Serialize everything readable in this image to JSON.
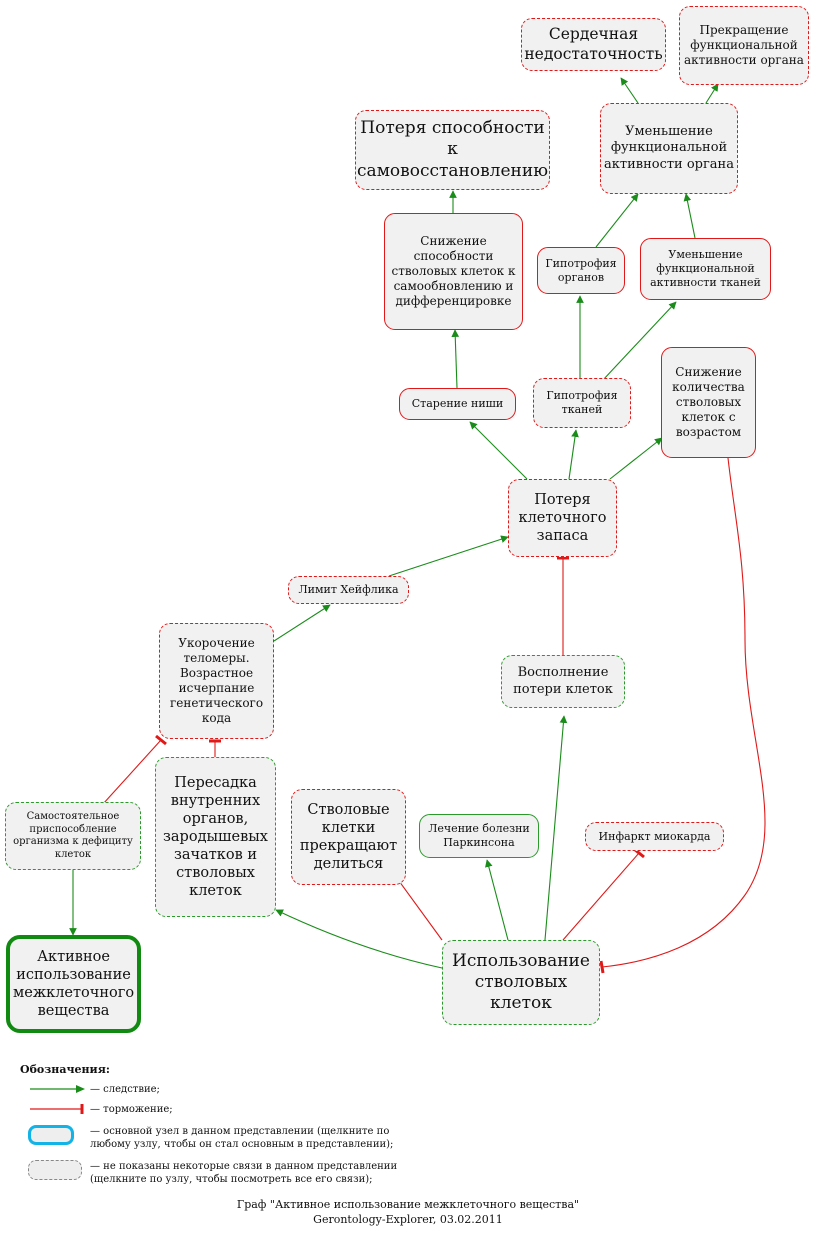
{
  "nodes": {
    "heart_failure": "Сердечная недостаточность",
    "cessation_of_organ_activity": "Прекращение функциональной активности органа",
    "reduced_organ_activity": "Уменьшение функциональной активности органа",
    "loss_of_self_renewal": "Потеря способности к самовосстановлению",
    "stem_cell_self_renewal_decline": "Снижение способности стволовых клеток к самообновлению и дифференцировке",
    "organ_hypotrophy": "Гипотрофия органов",
    "reduced_tissue_activity": "Уменьшение функциональной активности тканей",
    "niche_aging": "Старение ниши",
    "tissue_hypotrophy": "Гипотрофия тканей",
    "stem_cell_count_decline": "Снижение количества стволовых клеток с возрастом",
    "cell_reserve_loss": "Потеря клеточного запаса",
    "hayflick_limit": "Лимит Хейфлика",
    "telomere_shortening": "Укорочение теломеры. Возрастное исчерпание генетического кода",
    "cell_loss_replenishment": "Восполнение потери клеток",
    "self_adaptation": "Самостоятельное приспособление организма к дефициту клеток",
    "organ_transplant": "Пересадка внутренних органов, зародышевых зачатков и стволовых клеток",
    "stem_cells_stop_dividing": "Стволовые клетки прекращают делиться",
    "parkinson_treatment": "Лечение болезни Паркинсона",
    "myocardial_infarction": "Инфаркт миокарда",
    "active_ecm_use": "Активное использование межклеточного вещества",
    "stem_cell_use": "Использование стволовых клеток"
  },
  "legend": {
    "title": "Обозначения:",
    "consequence": "— следствие;",
    "inhibition": "— торможение;",
    "main_node": "— основной узел в данном представлении (щелкните по любому узлу, чтобы он стал основным в представлении);",
    "hidden_links": "— не показаны некоторые связи в данном представлении (щелкните по узлу, чтобы посмотреть все его связи);"
  },
  "caption": {
    "line1": "Граф \"Активное использование межклеточного вещества\"",
    "line2": "Gerontology-Explorer, 03.02.2011"
  },
  "colors": {
    "consequence": "#1a8c1a",
    "inhibition": "#e01818",
    "main_node_border": "#108a10",
    "legend_main_border": "#12b4e8",
    "node_fill": "#f1f1f1"
  }
}
